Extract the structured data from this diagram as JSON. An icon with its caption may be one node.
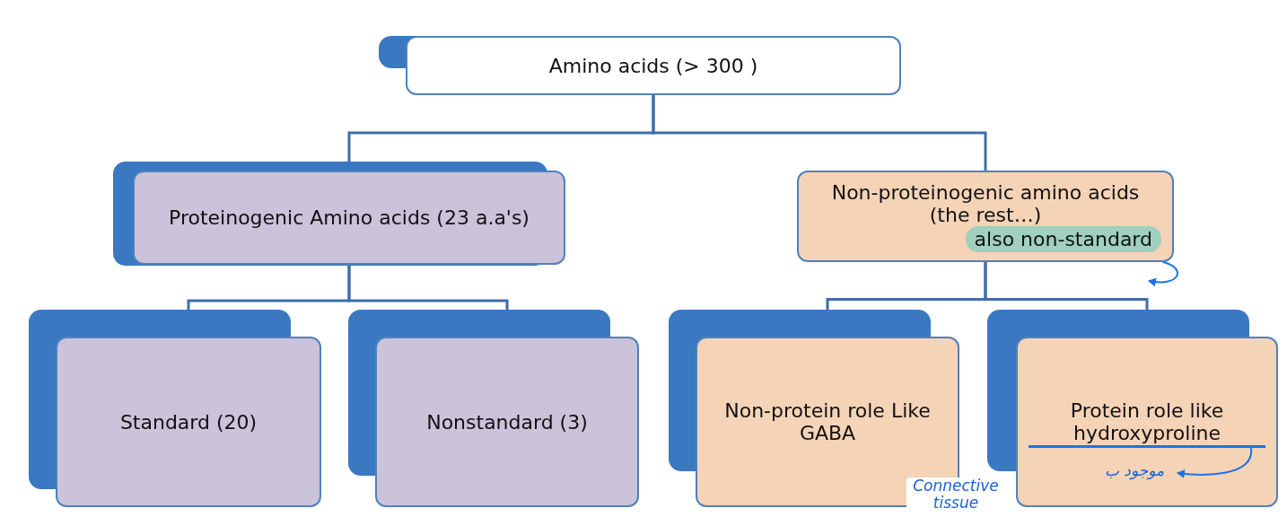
{
  "diagram": {
    "nodes": [
      {
        "text": [
          "Amino acids (> 300 )"
        ]
      },
      {
        "text": [
          "Proteinogenic Amino acids (23 a.a's)"
        ]
      },
      {
        "text": [
          "Non-proteinogenic amino acids (the rest…)",
          "also non-standard"
        ]
      },
      {
        "text": [
          "Standard (20)"
        ]
      },
      {
        "text": [
          "Nonstandard (3)"
        ]
      },
      {
        "text": [
          "Non-protein role Like GABA"
        ]
      },
      {
        "text": [
          "Protein role  like hydroxyproline"
        ]
      },
      {
        "text": [],
        "shape": "bar",
        "in": 6
      },
      {
        "text": [
          "موجود ب"
        ],
        "in": 6
      }
    ],
    "labels": [
      "Connective tissue"
    ],
    "edges": [
      {
        "from": 0,
        "to": 1,
        "arrow": "none"
      },
      {
        "from": 0,
        "to": 2,
        "arrow": "none"
      },
      {
        "from": 1,
        "to": 3,
        "arrow": "none"
      },
      {
        "from": 1,
        "to": 4,
        "arrow": "none"
      },
      {
        "from": 2,
        "to": 5,
        "arrow": "none"
      },
      {
        "from": 2,
        "to": 6,
        "arrow": "none"
      },
      {
        "from": 2,
        "to": null,
        "arrow": "to",
        "color": "#1a73e8"
      },
      {
        "from": 7,
        "to": 8,
        "arrow": "to",
        "color": "#1a73e8"
      }
    ]
  }
}
